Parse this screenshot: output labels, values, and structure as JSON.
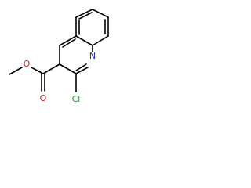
{
  "molecule": {
    "atoms": {
      "nitrogen": {
        "label": "N",
        "color": "#2f2fd0"
      },
      "chlorine": {
        "label": "Cl",
        "color": "#1f9a1f"
      },
      "carbonyl_oxygen": {
        "label": "O",
        "color": "#d01f1f"
      },
      "ester_oxygen": {
        "label": "O",
        "color": "#d01f1f"
      }
    },
    "bond_color": "#000000"
  }
}
